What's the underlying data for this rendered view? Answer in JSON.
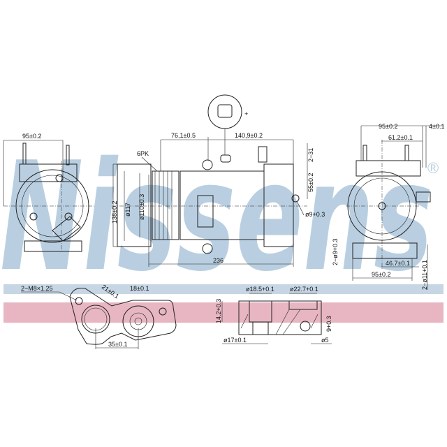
{
  "brand": {
    "watermark": "Nissens",
    "registered_mark": "®",
    "colors": {
      "watermark": "#b9cfe1",
      "band_blue": "#c6d6e4",
      "band_pink": "#e8b6c3"
    }
  },
  "left_view": {
    "width_dim": "95±0.2"
  },
  "connector_view": {
    "label": "+"
  },
  "side_view": {
    "belt": "6PK",
    "dim_front": "76,1±0.5",
    "dim_rear": "140,9±0.2",
    "length": "236",
    "height": "138±0.2",
    "pulley_dia": "ø117",
    "clutch_dia": "ø110±0.3",
    "port_thread": "2−31",
    "port_offset": "55±0.2",
    "mount_hole": "ø9+0.3"
  },
  "right_view": {
    "width_top": "95±0.2",
    "tab": "4±0.1",
    "offset_top": "61.2±0.1",
    "holes_small": "2−ø9+0.3",
    "offset_bottom": "46.7±0.1",
    "width_bottom": "95±0.2",
    "holes_large": "2−ø11+0.1"
  },
  "flange_view": {
    "thread": "2−M8×1.25",
    "dim_a": "21±0.1",
    "dim_b": "18±0.1",
    "spacing": "35±0.1"
  },
  "section_view": {
    "bore_a": "ø18.5+0.1",
    "bore_b": "ø22.7+0.1",
    "depth": "14.2+0.3",
    "bore_c": "ø17±0.1",
    "bore_d": "ø5",
    "depth_b": "9+0.3"
  }
}
